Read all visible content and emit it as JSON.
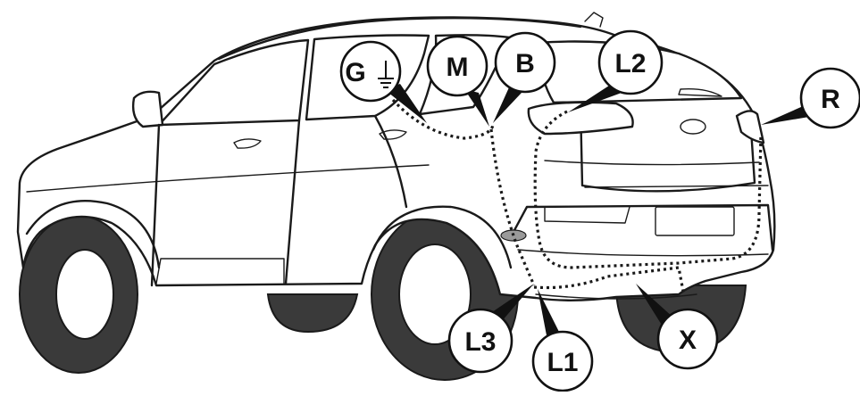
{
  "diagram": {
    "subject": "rear three-quarter view of SUV with trailer wiring harness routing",
    "callouts": {
      "g": {
        "label": "G",
        "symbol": "ground-symbol"
      },
      "m": {
        "label": "M"
      },
      "b": {
        "label": "B"
      },
      "l2": {
        "label": "L2"
      },
      "r": {
        "label": "R"
      },
      "l3": {
        "label": "L3"
      },
      "l1": {
        "label": "L1"
      },
      "x": {
        "label": "X"
      }
    },
    "colors": {
      "line": "#1a1a1a",
      "tire": "#3a3a3a",
      "background": "#ffffff",
      "connector": "#9a9a9a"
    }
  }
}
